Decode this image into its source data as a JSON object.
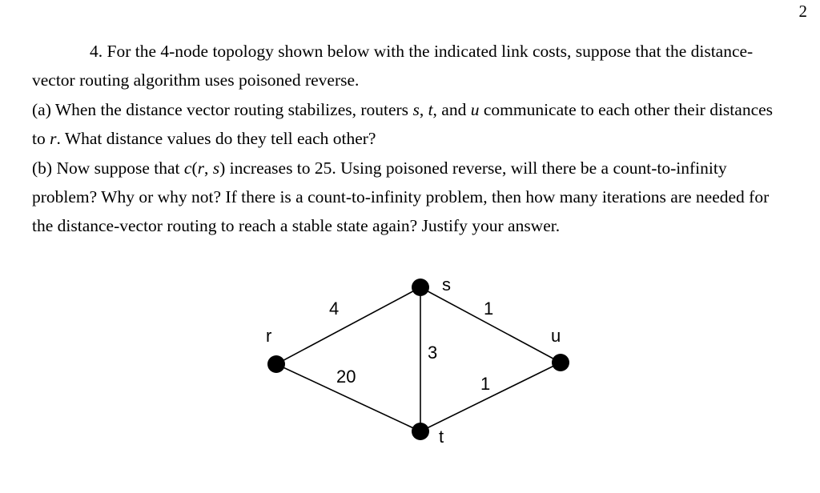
{
  "page": {
    "number": "2"
  },
  "question": {
    "intro": [
      {
        "t": "4. For the 4-node topology shown below with the indicated link costs, suppose that the distance-vector routing algorithm uses poisoned reverse."
      }
    ],
    "part_a": [
      {
        "t": "(a) When the distance vector routing stabilizes, routers "
      },
      {
        "t": "s",
        "i": true
      },
      {
        "t": ", "
      },
      {
        "t": "t",
        "i": true
      },
      {
        "t": ", and "
      },
      {
        "t": "u",
        "i": true
      },
      {
        "t": " communicate to each other their distances to "
      },
      {
        "t": "r",
        "i": true
      },
      {
        "t": ".  What distance values do they tell each other?"
      }
    ],
    "part_b": [
      {
        "t": "(b) Now suppose that "
      },
      {
        "t": "c",
        "i": true
      },
      {
        "t": "("
      },
      {
        "t": "r",
        "i": true
      },
      {
        "t": ", "
      },
      {
        "t": "s",
        "i": true
      },
      {
        "t": ") increases to 25.  Using poisoned reverse, will there be a count-to-infinity problem?  Why or why not?  If there is a count-to-infinity problem, then how many iterations are needed for the distance-vector routing to reach a stable state again?  Justify your answer."
      }
    ]
  },
  "diagram": {
    "description": "4-node network topology with link costs",
    "node_color": "#000000",
    "edge_color": "#000000",
    "nodes": [
      {
        "id": "r",
        "label": "r"
      },
      {
        "id": "s",
        "label": "s"
      },
      {
        "id": "t",
        "label": "t"
      },
      {
        "id": "u",
        "label": "u"
      }
    ],
    "edges": [
      {
        "from": "r",
        "to": "s",
        "cost": "4"
      },
      {
        "from": "r",
        "to": "t",
        "cost": "20"
      },
      {
        "from": "s",
        "to": "t",
        "cost": "3"
      },
      {
        "from": "s",
        "to": "u",
        "cost": "1"
      },
      {
        "from": "t",
        "to": "u",
        "cost": "1"
      }
    ]
  }
}
